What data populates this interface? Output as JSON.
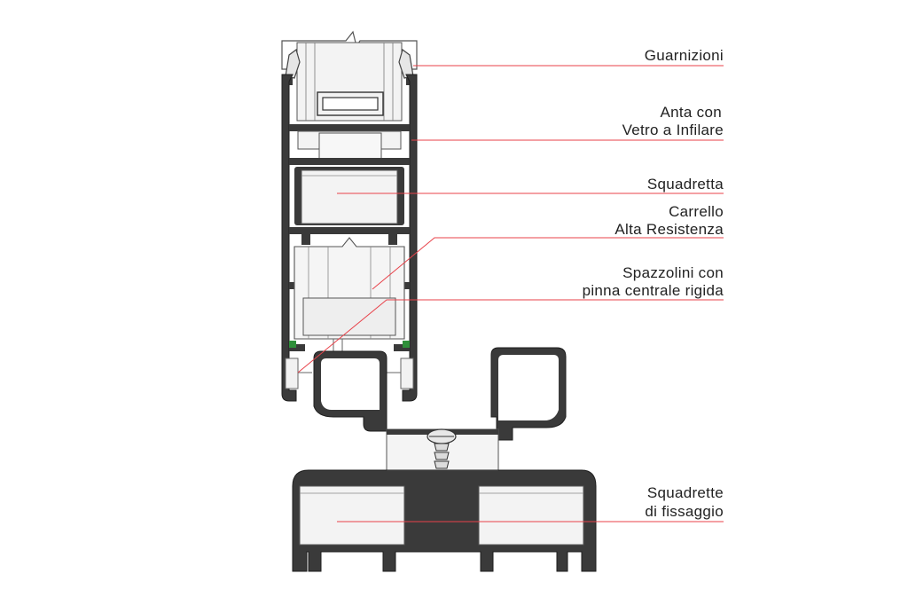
{
  "labels": {
    "guarnizioni": "Guarnizioni",
    "anta_line1": "Anta con",
    "anta_line2": "Vetro a Infilare",
    "squadretta": "Squadretta",
    "carrello_line1": "Carrello",
    "carrello_line2": "Alta Resistenza",
    "spazzolini_line1": "Spazzolini con",
    "spazzolini_line2": "pinna centrale rigida",
    "squadrette_line1": "Squadrette",
    "squadrette_line2": "di fissaggio"
  },
  "colors": {
    "profile_fill": "#3a3a3a",
    "profile_stroke": "#1e1e1e",
    "component_fill": "#f3f3f3",
    "component_stroke": "#555555",
    "leader_line": "#e8424a",
    "brush_accent": "#2f8f3a",
    "text": "#222222"
  }
}
